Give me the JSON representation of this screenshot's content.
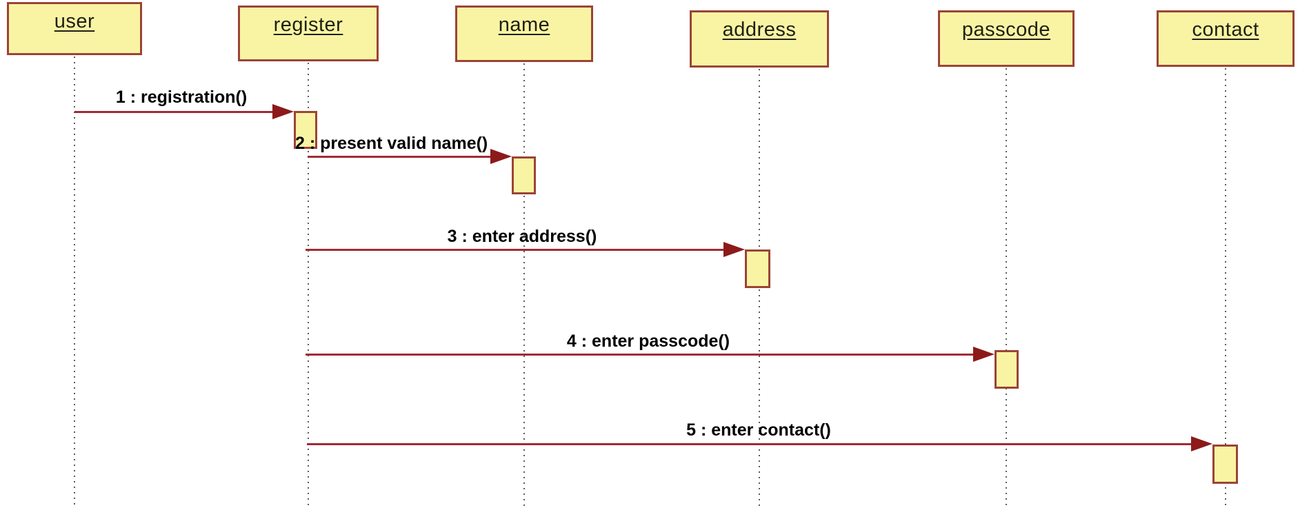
{
  "diagram": {
    "type": "uml-sequence-diagram",
    "objects": [
      {
        "label": "user"
      },
      {
        "label": "register"
      },
      {
        "label": "name"
      },
      {
        "label": "address"
      },
      {
        "label": "passcode"
      },
      {
        "label": "contact"
      }
    ],
    "messages": [
      {
        "label": "1 : registration()",
        "from": "user",
        "to": "register"
      },
      {
        "label": "2 : present valid name()",
        "from": "register",
        "to": "name"
      },
      {
        "label": "3 : enter address()",
        "from": "register",
        "to": "address"
      },
      {
        "label": "4 : enter passcode()",
        "from": "register",
        "to": "passcode"
      },
      {
        "label": "5 : enter contact()",
        "from": "register",
        "to": "contact"
      }
    ],
    "colors": {
      "box_fill": "#F9F4A4",
      "box_border": "#9B4436",
      "line": "#A12A33",
      "arrow": "#8C1A1A",
      "lifeline": "#5A5A5A",
      "object_text": "#1F1F14",
      "message_text": "#000000"
    }
  }
}
